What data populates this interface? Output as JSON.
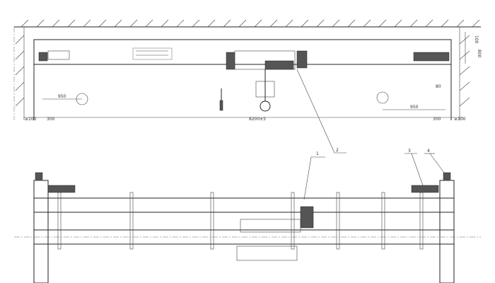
{
  "dimensions": {
    "left_clearance": "≥100",
    "left_end": "300",
    "span": "8200±5",
    "right_end": "300",
    "right_clearance": "≥100",
    "left_hook_offset": "950",
    "right_hook_offset": "950",
    "top_gap": "100",
    "height": "800",
    "small": "80"
  },
  "callouts": [
    "1",
    "2",
    "3",
    "4"
  ],
  "colors": {
    "line": "#222222",
    "background": "#ffffff"
  }
}
